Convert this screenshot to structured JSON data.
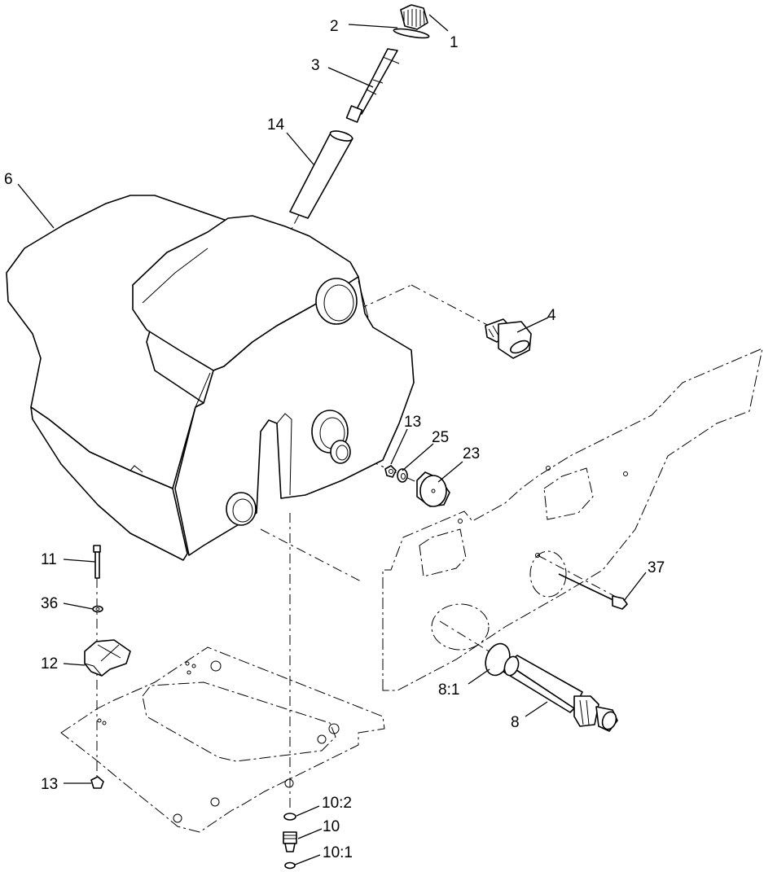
{
  "callouts": {
    "c1": "1",
    "c2": "2",
    "c3": "3",
    "c14": "14",
    "c6": "6",
    "c4": "4",
    "c13a": "13",
    "c25": "25",
    "c23": "23",
    "c37": "37",
    "c11": "11",
    "c36": "36",
    "c12": "12",
    "c8_1": "8:1",
    "c8": "8",
    "c13b": "13",
    "c10_2": "10:2",
    "c10": "10",
    "c10_1": "10:1"
  }
}
